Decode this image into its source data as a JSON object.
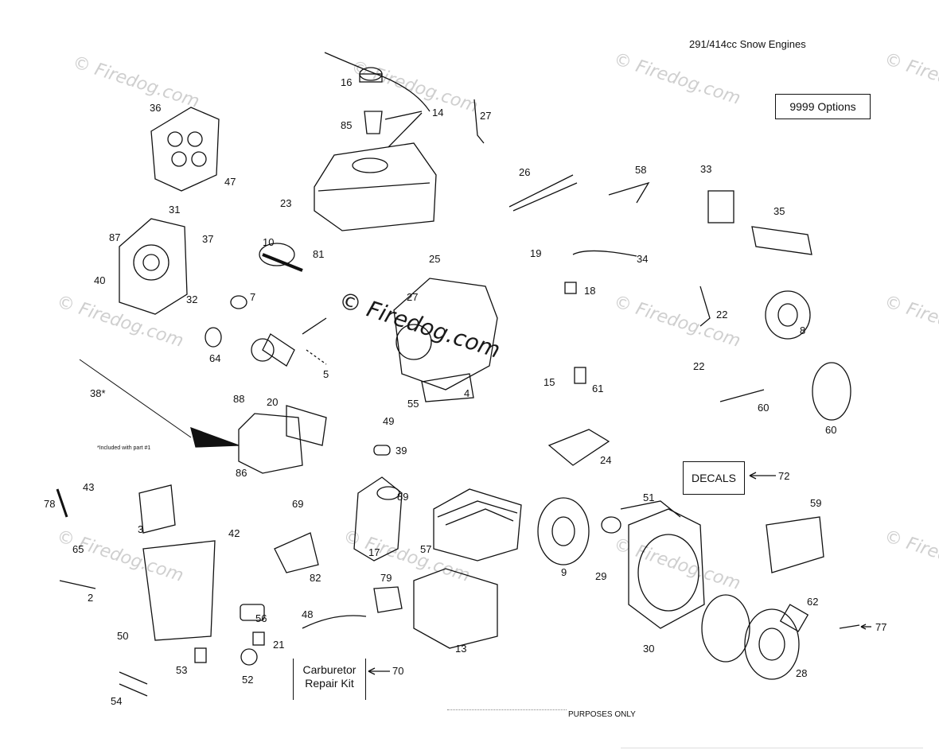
{
  "title": "291/414cc Snow Engines",
  "options_box": "9999 Options",
  "decals_box": "DECALS",
  "carb_kit": {
    "line1": "Carburetor",
    "line2": "Repair Kit"
  },
  "footer": "PURPOSES ONLY",
  "note": "*Included with part #1",
  "watermark": "© Firedog.com",
  "part_labels": [
    "16",
    "14",
    "27",
    "85",
    "36",
    "47",
    "23",
    "26",
    "58",
    "33",
    "35",
    "31",
    "87",
    "37",
    "10",
    "81",
    "25",
    "19",
    "34",
    "40",
    "32",
    "7",
    "27",
    "18",
    "22",
    "8",
    "64",
    "5",
    "4",
    "15",
    "61",
    "22",
    "38*",
    "88",
    "20",
    "55",
    "60",
    "60",
    "49",
    "39",
    "24",
    "86",
    "72",
    "43",
    "78",
    "3",
    "69",
    "42",
    "89",
    "51",
    "59",
    "65",
    "17",
    "57",
    "9",
    "29",
    "82",
    "2",
    "79",
    "48",
    "56",
    "62",
    "77",
    "50",
    "21",
    "13",
    "30",
    "53",
    "52",
    "70",
    "28",
    "54"
  ]
}
